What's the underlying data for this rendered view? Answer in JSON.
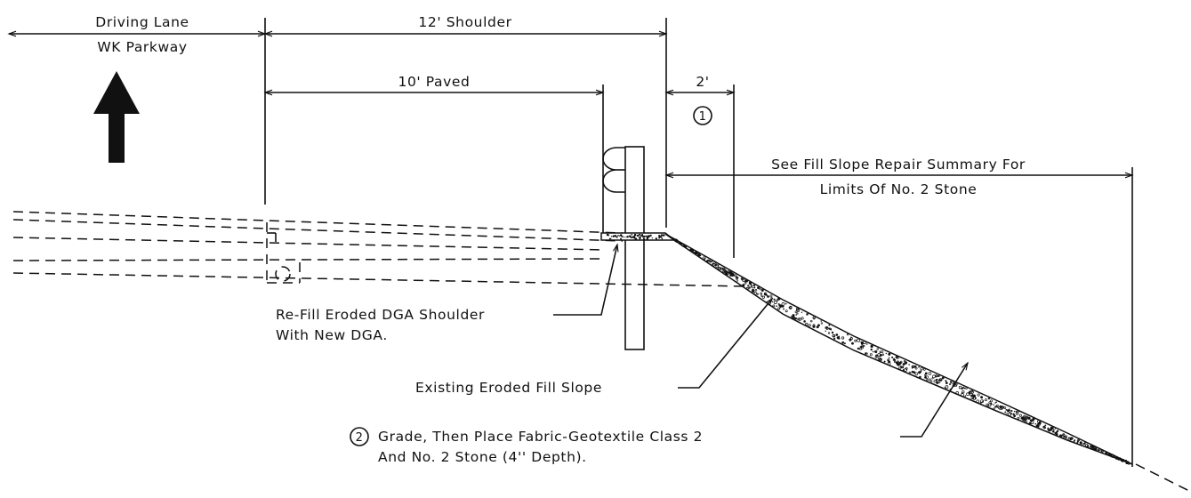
{
  "labels": {
    "driving_lane": "Driving Lane",
    "parkway": "WK Parkway",
    "shoulder": "12' Shoulder",
    "paved": "10' Paved",
    "offset": "2'",
    "note1_marker": "1",
    "fill_slope_line1": "See Fill Slope Repair Summary For",
    "fill_slope_line2": "Limits Of No. 2 Stone",
    "refill_line1": "Re-Fill Eroded DGA Shoulder",
    "refill_line2": "With New DGA.",
    "existing_slope": "Existing Eroded Fill Slope",
    "note2_marker": "2",
    "grade_line1": "Grade, Then Place Fabric-Geotextile Class 2",
    "grade_line2": "And No. 2 Stone (4'' Depth)."
  },
  "colors": {
    "ink": "#111111",
    "background": "#ffffff"
  },
  "icons": {
    "direction": "arrow-up-icon",
    "guardrail": "guardrail-post-icon"
  }
}
